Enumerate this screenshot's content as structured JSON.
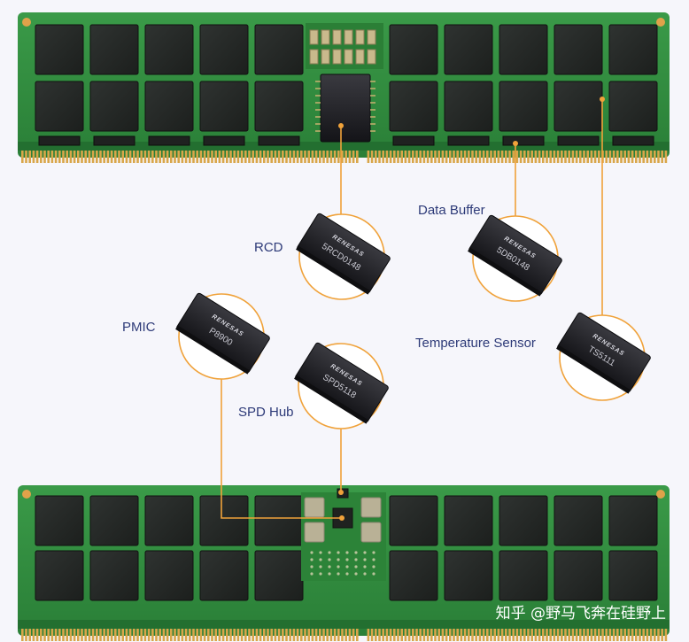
{
  "labels": {
    "rcd": "RCD",
    "data_buffer": "Data Buffer",
    "pmic": "PMIC",
    "temperature_sensor": "Temperature Sensor",
    "spd_hub": "SPD Hub"
  },
  "chips": {
    "rcd": {
      "brand": "RENESAS",
      "part": "5RCD0148"
    },
    "data_buffer": {
      "brand": "RENESAS",
      "part": "5DB0148"
    },
    "pmic": {
      "brand": "RENESAS",
      "part": "P8900"
    },
    "temperature_sensor": {
      "brand": "RENESAS",
      "part": "TS5111"
    },
    "spd_hub": {
      "brand": "RENESAS",
      "part": "SPD5118"
    }
  },
  "watermark": "知乎 @野马飞奔在硅野上",
  "colors": {
    "pcb": "#2f8a3c",
    "pcb_dark": "#1f6a2c",
    "dram": "#252826",
    "gold": "#d9a64a",
    "leader": "#f0a23a",
    "label": "#2d3a78",
    "chip": "#1c1c20"
  }
}
